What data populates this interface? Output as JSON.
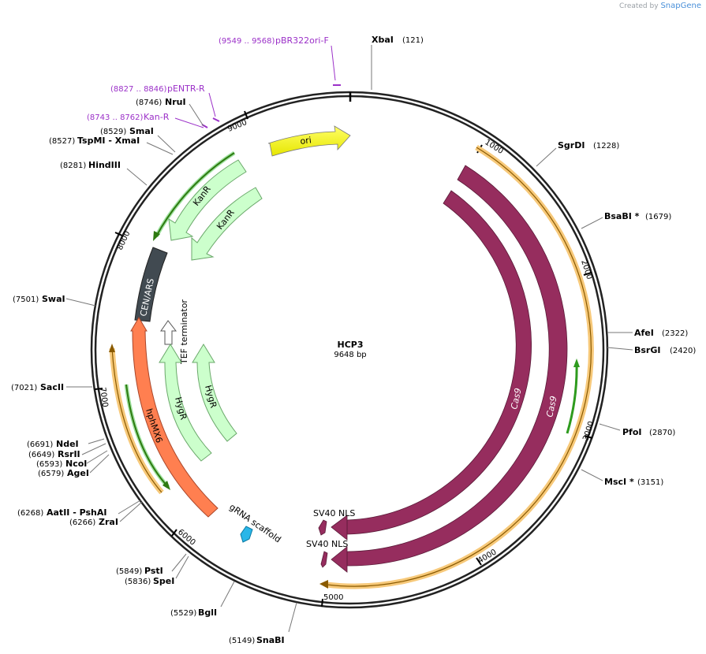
{
  "brand": {
    "created_by": "Created by",
    "product": "SnapGene"
  },
  "plasmid": {
    "name": "HCP3",
    "length_label": "9648 bp",
    "length": 9648
  },
  "ring_ticks": [
    "1000",
    "2000",
    "3000",
    "4000",
    "5000",
    "6000",
    "7000",
    "8000",
    "9000"
  ],
  "sites": [
    {
      "id": "xbai",
      "name": "XbaI",
      "pos": "(121)",
      "star": ""
    },
    {
      "id": "sgrdi",
      "name": "SgrDI",
      "pos": "(1228)",
      "star": ""
    },
    {
      "id": "bsabi",
      "name": "BsaBI",
      "pos": "(1679)",
      "star": " *"
    },
    {
      "id": "afei",
      "name": "AfeI",
      "pos": "(2322)",
      "star": ""
    },
    {
      "id": "bsrgi",
      "name": "BsrGI",
      "pos": "(2420)",
      "star": ""
    },
    {
      "id": "pfoi",
      "name": "PfoI",
      "pos": "(2870)",
      "star": ""
    },
    {
      "id": "msci",
      "name": "MscI",
      "pos": "(3151)",
      "star": " *"
    },
    {
      "id": "snabi",
      "name": "SnaBI",
      "pos": "(5149)",
      "star": ""
    },
    {
      "id": "bgli",
      "name": "BglI",
      "pos": "(5529)",
      "star": ""
    },
    {
      "id": "psti",
      "name": "PstI",
      "pos": "(5849)",
      "star": ""
    },
    {
      "id": "spei",
      "name": "SpeI",
      "pos": "(5836)",
      "star": ""
    },
    {
      "id": "aatii",
      "name": "AatII",
      "pos": "(6268)",
      "star": "",
      "extra": " - PshAI"
    },
    {
      "id": "zrai",
      "name": "ZraI",
      "pos": "(6266)",
      "star": ""
    },
    {
      "id": "agei",
      "name": "AgeI",
      "pos": "(6579)",
      "star": ""
    },
    {
      "id": "ncoi",
      "name": "NcoI",
      "pos": "(6593)",
      "star": ""
    },
    {
      "id": "rsrii",
      "name": "RsrII",
      "pos": "(6649)",
      "star": ""
    },
    {
      "id": "ndei",
      "name": "NdeI",
      "pos": "(6691)",
      "star": ""
    },
    {
      "id": "sacii",
      "name": "SacII",
      "pos": "(7021)",
      "star": ""
    },
    {
      "id": "swai",
      "name": "SwaI",
      "pos": "(7501)",
      "star": ""
    },
    {
      "id": "hindiii",
      "name": "HindIII",
      "pos": "(8281)",
      "star": ""
    },
    {
      "id": "tspmi",
      "name": "TspMI",
      "pos": "(8527)",
      "star": "",
      "extra": " - XmaI"
    },
    {
      "id": "smai",
      "name": "SmaI",
      "pos": "(8529)",
      "star": ""
    },
    {
      "id": "nrui",
      "name": "NruI",
      "pos": "(8746)",
      "star": ""
    }
  ],
  "primers": [
    {
      "id": "pbr322",
      "name": "pBR322ori-F",
      "pos": "(9549 .. 9568)"
    },
    {
      "id": "pentr",
      "name": "pENTR-R",
      "pos": "(8827 .. 8846)"
    },
    {
      "id": "kanr_primer",
      "name": "Kan-R",
      "pos": "(8743 .. 8762)"
    }
  ],
  "features": {
    "ori": "ori",
    "kanr_1": "KanR",
    "kanr_2": "KanR",
    "cen_ars": "CEN/ARS",
    "tef": "TEF terminator",
    "hygr_1": "HygR",
    "hygr_2": "HygR",
    "hphmx6": "hphMX6",
    "grna": "gRNA scaffold",
    "cas9_1": "Cas9",
    "cas9_2": "Cas9",
    "sv40_1": "SV40 NLS",
    "sv40_2": "SV40 NLS"
  },
  "colors": {
    "ori": "#ffff00",
    "kanr": "#ccffcc",
    "cen": "#414a51",
    "hygr": "#ccffcc",
    "hph": "#ff7f50",
    "cas9": "#962d5e",
    "grna": "#29b6e8",
    "primer": "#9b30c8",
    "orange_arc": "#f7c97a",
    "green_line": "#2e9b1e"
  }
}
